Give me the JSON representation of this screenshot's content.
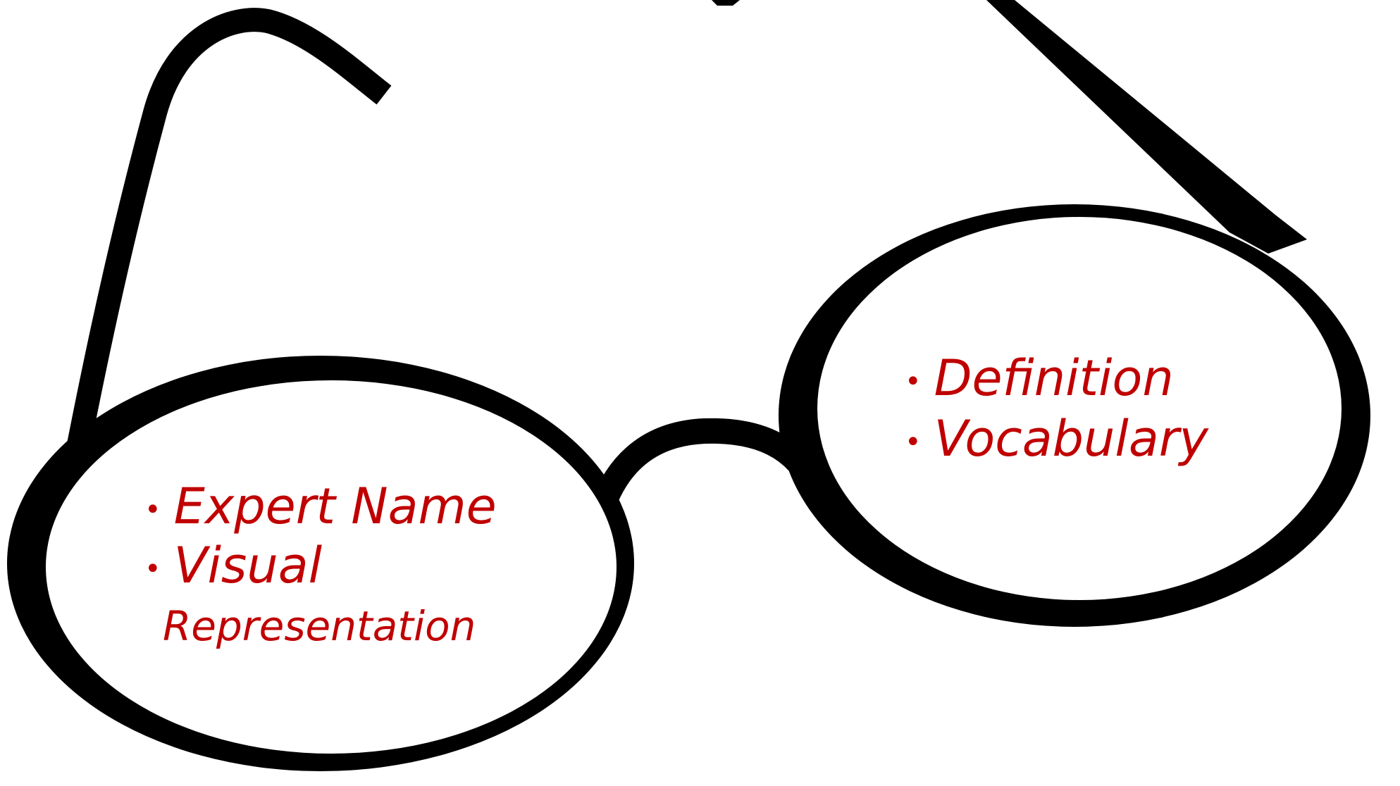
{
  "left_lens": {
    "items": [
      {
        "bullet": "•",
        "text": "Expert Name"
      },
      {
        "bullet": "•",
        "text": "Visual"
      }
    ],
    "continuation": "Representation"
  },
  "right_lens": {
    "items": [
      {
        "bullet": "•",
        "text": "Definition"
      },
      {
        "bullet": "•",
        "text": "Vocabulary"
      }
    ]
  },
  "colors": {
    "frame": "#000000",
    "lens": "#ffffff",
    "text": "#c00000",
    "background": "#ffffff"
  }
}
